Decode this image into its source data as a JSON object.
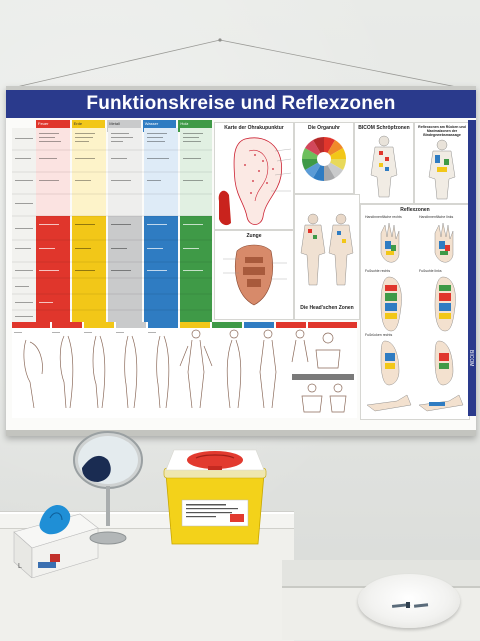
{
  "poster": {
    "title": "Funktionskreise und Reflexzonen",
    "element_headers": [
      "Feuer",
      "Erde",
      "Metall",
      "Wasser",
      "Holz"
    ],
    "element_colors": [
      "#e0362c",
      "#f2c718",
      "#c9cacb",
      "#2f7cc2",
      "#3f9a47"
    ],
    "panels": {
      "ear": "Karte der Ohrakupunktur",
      "organ_clock": "Die Organuhr",
      "bicom": "BICOM Schröpfzonen",
      "back": "Reflexzonen am Rücken und Maximalzonen der Bindegewebsmassage",
      "tongue": "Zunge",
      "head_zones": "Die Head'schen Zonen",
      "reflex_title": "Reflexzonen",
      "hand_right": "Handinnenfläche rechts",
      "hand_left": "Handinnenfläche links",
      "foot_right": "Fußsohle rechts",
      "foot_left": "Fußsohle links",
      "foot_back": "Fußrücken rechts"
    },
    "side_strip_text": "BICOM"
  },
  "objects": {
    "glove_box_label": "L",
    "theme_accent": "#2a3a8c",
    "sharps_lid_color": "#e23a2f",
    "sharps_body_color": "#f3d21a"
  }
}
